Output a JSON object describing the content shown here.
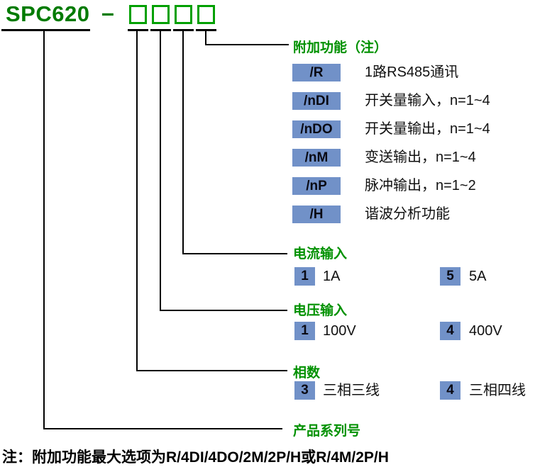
{
  "title": {
    "model": "SPC620",
    "dash": "–",
    "digit_boxes": 4
  },
  "sections": {
    "features": {
      "label": "附加功能（注）",
      "items": [
        {
          "code": "/R",
          "desc": "1路RS485通讯"
        },
        {
          "code": "/nDI",
          "desc": "开关量输入，n=1~4"
        },
        {
          "code": "/nDO",
          "desc": "开关量输出，n=1~4"
        },
        {
          "code": "/nM",
          "desc": "变送输出，n=1~4"
        },
        {
          "code": "/nP",
          "desc": "脉冲输出，n=1~2"
        },
        {
          "code": "/H",
          "desc": "谐波分析功能"
        }
      ]
    },
    "current": {
      "label": "电流输入",
      "options": [
        {
          "code": "1",
          "desc": "1A"
        },
        {
          "code": "5",
          "desc": "5A"
        }
      ]
    },
    "voltage": {
      "label": "电压输入",
      "options": [
        {
          "code": "1",
          "desc": "100V"
        },
        {
          "code": "4",
          "desc": "400V"
        }
      ]
    },
    "phase": {
      "label": "相数",
      "options": [
        {
          "code": "3",
          "desc": "三相三线"
        },
        {
          "code": "4",
          "desc": "三相四线"
        }
      ]
    },
    "series": {
      "label": "产品系列号"
    }
  },
  "note": "注：附加功能最大选项为R/4DI/4DO/2M/2P/H或R/4M/2P/H",
  "colors": {
    "title_green": "#007b00",
    "box_green": "#00a000",
    "label_green": "#009100",
    "badge_blue": "#7191c8",
    "line_black": "#000000"
  }
}
